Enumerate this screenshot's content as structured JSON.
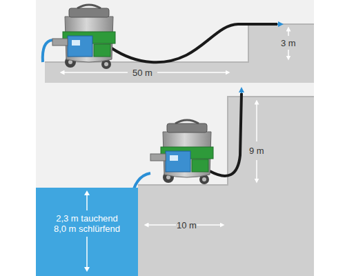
{
  "diagram": {
    "nodes": [
      {
        "text": [
          "2,3 m tauchend",
          "8,0 m schlürfend"
        ]
      }
    ],
    "labels": [
      "3 m",
      "50 m",
      "9 m",
      "10 m"
    ]
  }
}
